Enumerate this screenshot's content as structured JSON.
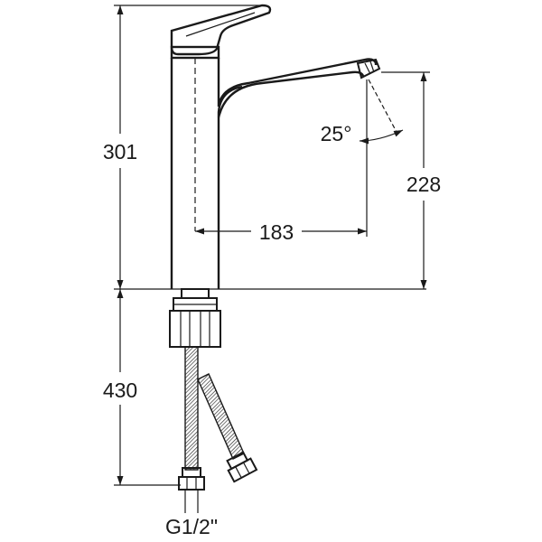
{
  "dimensions": {
    "total_height": "301",
    "spout_height": "228",
    "spout_reach": "183",
    "spout_angle": "25°",
    "hose_length": "430",
    "connection_thread": "G1/2\""
  },
  "colors": {
    "line": "#1a1a1a",
    "background": "#ffffff"
  }
}
